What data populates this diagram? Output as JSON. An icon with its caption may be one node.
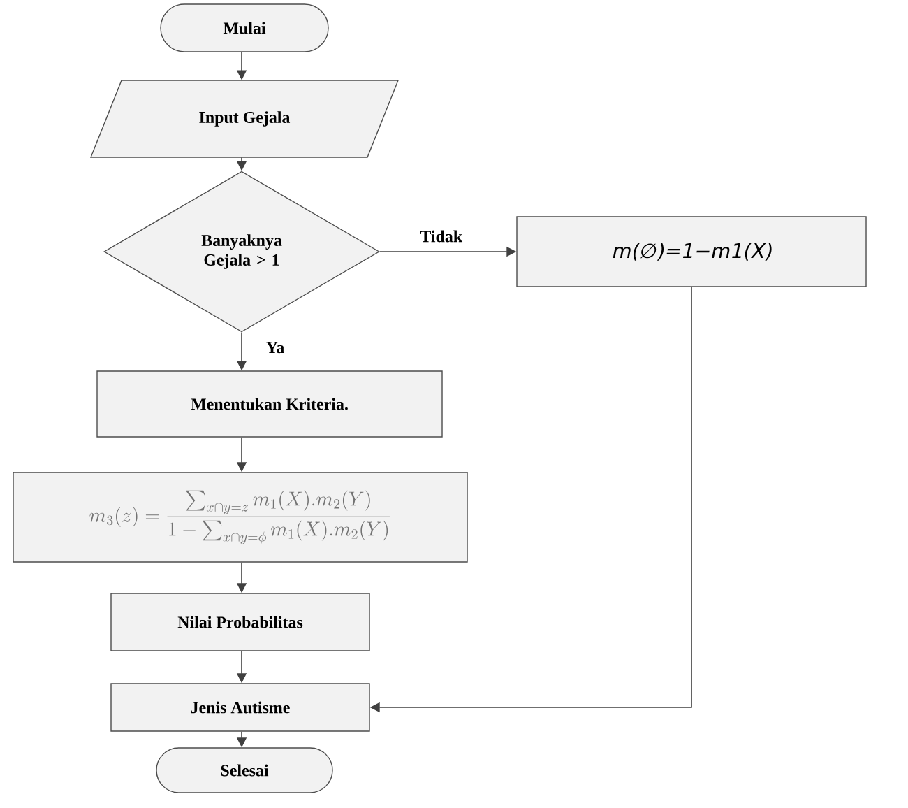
{
  "diagram": {
    "nodes": [
      {
        "text": [
          "Mulai"
        ]
      },
      {
        "text": [
          "Input Gejala"
        ]
      },
      {
        "text": [
          "Banyaknya Gejala > 1"
        ]
      },
      {
        "text": [
          "m(∅)=1−m1(X)"
        ]
      },
      {
        "text": [
          "Menentukan Kriteria."
        ]
      },
      {
        "text": [
          "m_3(z)=\\frac{\\sum_{x\\cap y=z} m_1(X).m_2(Y)}{1-\\sum_{x\\cap y=\\phi} m_1(X).m_2(Y)}"
        ]
      },
      {
        "text": [
          "Nilai Probabilitas"
        ]
      },
      {
        "text": [
          "Jenis Autisme"
        ]
      },
      {
        "text": [
          "Selesai"
        ]
      }
    ],
    "edges": [
      {
        "from": 0,
        "to": 1,
        "arrow": "to"
      },
      {
        "from": 1,
        "to": 2,
        "arrow": "to"
      },
      {
        "from": 2,
        "to": 3,
        "arrow": "to",
        "label": "Tidak"
      },
      {
        "from": 2,
        "to": 4,
        "arrow": "to",
        "label": "Ya"
      },
      {
        "from": 4,
        "to": 5,
        "arrow": "to"
      },
      {
        "from": 5,
        "to": 6,
        "arrow": "to"
      },
      {
        "from": 6,
        "to": 7,
        "arrow": "to"
      },
      {
        "from": 3,
        "to": 7,
        "arrow": "to"
      },
      {
        "from": 7,
        "to": 8,
        "arrow": "to"
      }
    ]
  }
}
